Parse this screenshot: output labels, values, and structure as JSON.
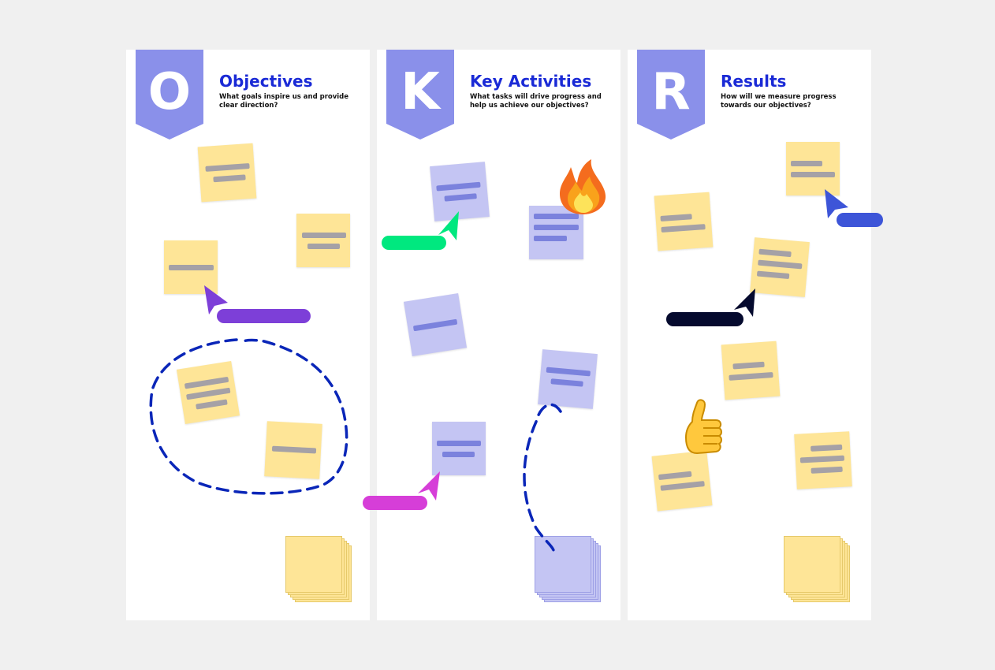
{
  "columns": [
    {
      "letter": "O",
      "title": "Objectives",
      "subtitle": "What goals inspire us and provide clear direction?"
    },
    {
      "letter": "K",
      "title": "Key Activities",
      "subtitle": "What tasks will drive progress and help us achieve our objectives?"
    },
    {
      "letter": "R",
      "title": "Results",
      "subtitle": "How will we measure progress towards our objectives?"
    }
  ],
  "colors": {
    "banner": "#8a90ea",
    "title": "#1a2ad6",
    "note_yellow": "#fee597",
    "note_purple": "#c4c5f3",
    "dashed_line": "#0a26b8"
  },
  "cursors": [
    {
      "name": "cursor-purple",
      "color": "#7d3fd8"
    },
    {
      "name": "cursor-green",
      "color": "#00e87f"
    },
    {
      "name": "cursor-magenta",
      "color": "#d63ed8"
    },
    {
      "name": "cursor-blue",
      "color": "#3d55d8"
    },
    {
      "name": "cursor-navy",
      "color": "#050a2e"
    }
  ],
  "stickers": [
    "fire-icon",
    "thumbs-up-icon"
  ]
}
